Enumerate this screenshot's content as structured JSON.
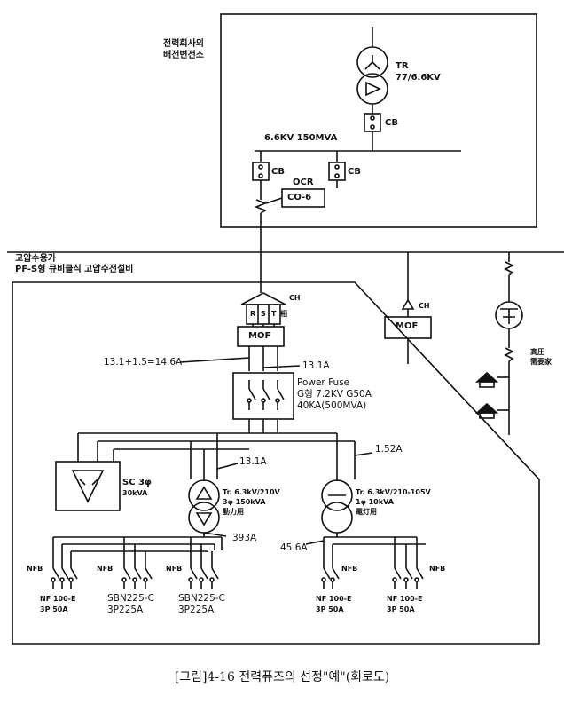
{
  "utility": {
    "title_line1": "전력회사의",
    "title_line2": "배전변전소"
  },
  "tr_main": {
    "name": "TR",
    "rating": "77/6.6KV"
  },
  "cb_label": "CB",
  "bus_label": "6.6KV 150MVA",
  "ocr": {
    "label": "OCR",
    "relay": "CO-6"
  },
  "customer": {
    "line1": "고압수용가",
    "line2": "PF-S형 큐비클식 고압수전설비"
  },
  "ch_label": "CH",
  "rst": {
    "r": "R",
    "s": "S",
    "t": "T",
    "suffix": "相"
  },
  "mof_label": "MOF",
  "current_sum": "13.1+1.5=14.6A",
  "current_fuse": "13.1A",
  "power_fuse": {
    "line1": "Power Fuse",
    "line2": "G형 7.2KV G50A",
    "line3": "40KA(500MVA)"
  },
  "current_tr1": "13.1A",
  "current_tr2": "1.52A",
  "sc": {
    "line1": "SC 3φ",
    "line2": "30kVA"
  },
  "tr1": {
    "line1": "Tr. 6.3kV/210V",
    "line2": "3φ 150kVA",
    "line3": "動力用"
  },
  "tr2": {
    "line1": "Tr. 6.3kV/210-105V",
    "line2": "1φ 10kVA",
    "line3": "電灯用"
  },
  "current_lv1": "393A",
  "current_lv2": "45.6A",
  "nfb_label": "NFB",
  "feeders": [
    {
      "line1": "NF 100-E",
      "line2": "3P 50A"
    },
    {
      "line1": "SBN225-C",
      "line2": "3P225A"
    },
    {
      "line1": "SBN225-C",
      "line2": "3P225A"
    },
    {
      "line1": "NF 100-E",
      "line2": "3P 50A"
    },
    {
      "line1": "NF 100-E",
      "line2": "3P 50A"
    }
  ],
  "hv_customer": {
    "line1": "高圧",
    "line2": "需要家"
  },
  "caption": "[그림]4-16 전력퓨즈의 선정\"예\"(회로도)"
}
